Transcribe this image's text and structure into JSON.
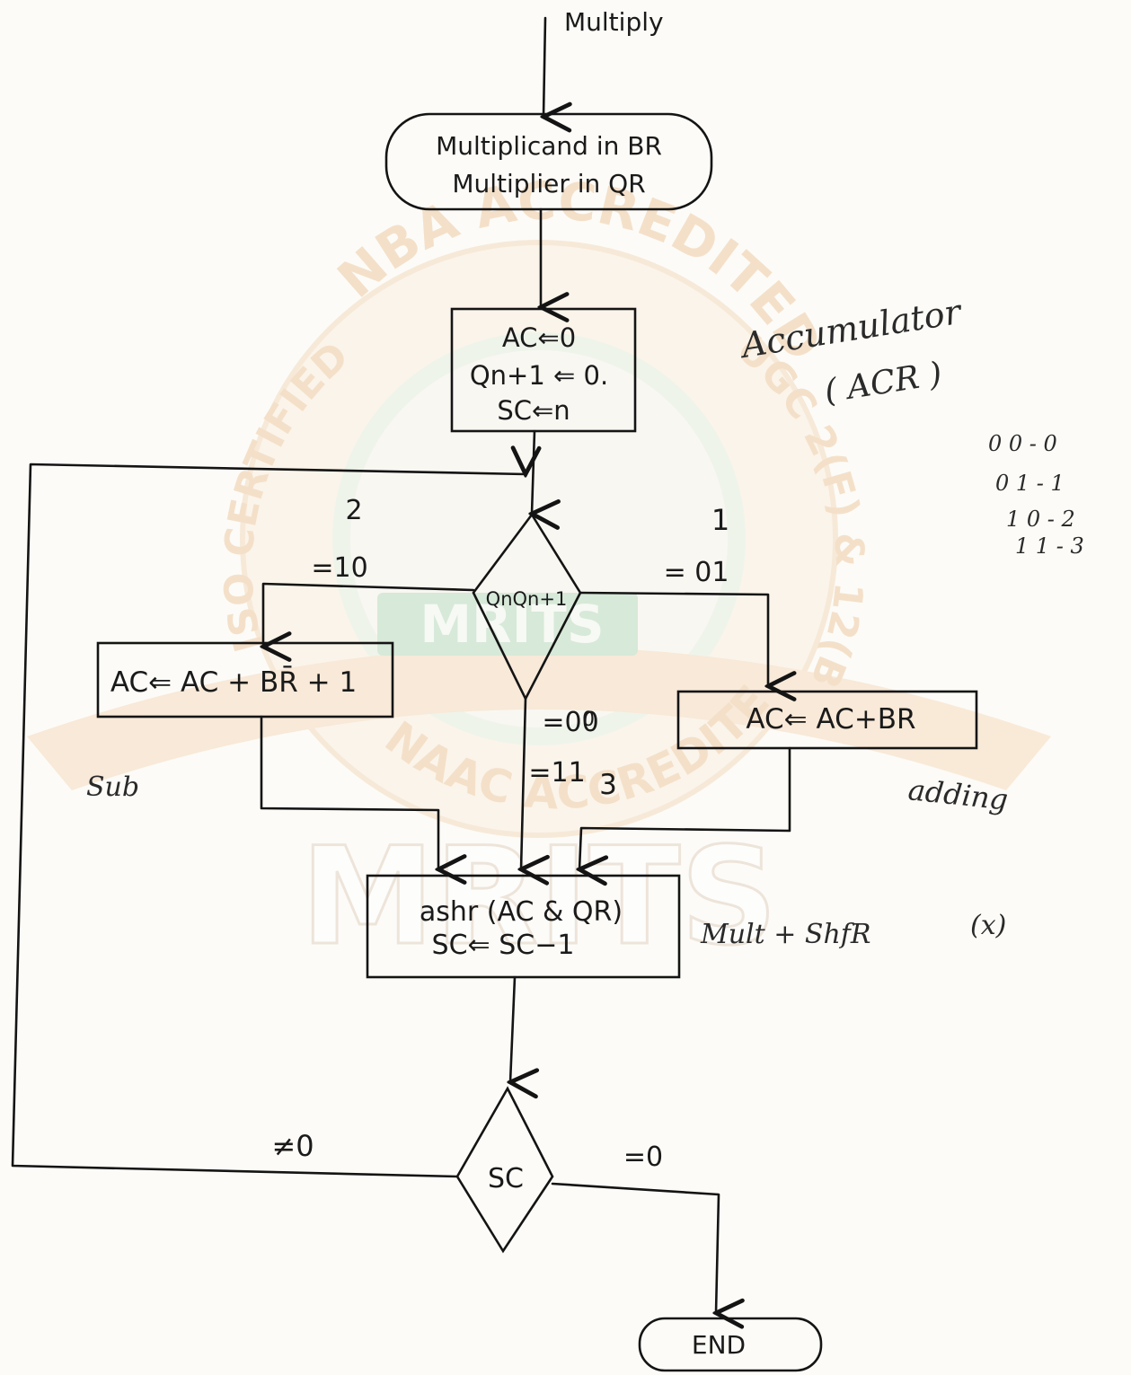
{
  "diagram": {
    "top_arrow_label": "Multiply",
    "start": {
      "line1": "Multiplicand in BR",
      "line2": "Multiplier in QR"
    },
    "init": {
      "line1": "AC⇐0",
      "line2": "Qn+1 ⇐ 0.",
      "line3": "SC⇐n"
    },
    "decision1": {
      "label": "QnQn+1"
    },
    "branch_left": {
      "code": "=10",
      "number": "2"
    },
    "branch_right": {
      "code": "= 01",
      "number": "1"
    },
    "branch_down": {
      "number": "0",
      "code1": "=00",
      "code2": "=11",
      "number2": "3"
    },
    "sub_box": {
      "text": "AC⇐ AC + BR̄ + 1"
    },
    "add_box": {
      "text": "AC⇐ AC+BR"
    },
    "shift_box": {
      "line1": "ashr (AC & QR)",
      "line2": "SC⇐ SC−1"
    },
    "decision2": {
      "label": "SC"
    },
    "loop_label": "≠0",
    "exit_label": "=0",
    "end": {
      "label": "END"
    }
  },
  "notes": {
    "accumulator_line1": "Accumulator",
    "accumulator_line2": "( ACR )",
    "code_table": [
      "0 0 - 0",
      "0 1 - 1",
      "1 0 - 2",
      "1 1 - 3"
    ],
    "sub": "Sub",
    "adding": "adding",
    "mult_shift": "Mult + ShfR",
    "mult_mark": "(x)"
  },
  "watermark": {
    "top_arc": "NBA ACCREDITED",
    "left_arc": "ISO CERTIFIED",
    "right_arc": "UGC 2(F) & 12(B)",
    "bottom_arc": "NAAC ACCREDITED",
    "center": "MRITS",
    "banner": "MRITS"
  },
  "colors": {
    "ink": "#141414",
    "paper": "#fcfbf7",
    "watermark": "#e9b98a",
    "watermark_green": "#8fc29a"
  }
}
